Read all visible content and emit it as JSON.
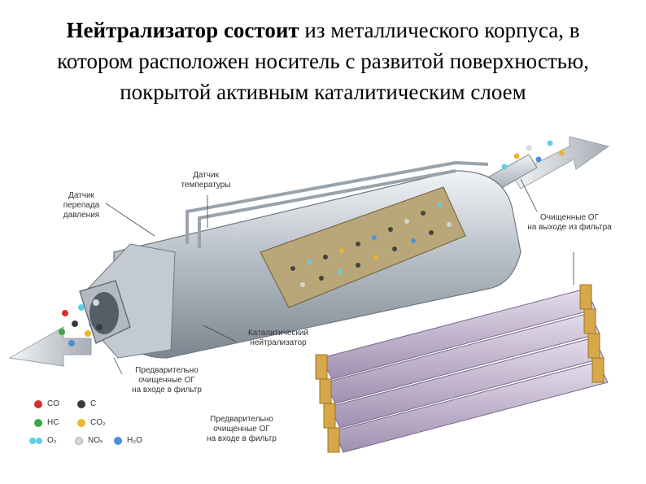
{
  "heading": {
    "bold": "Нейтрализатор состоит",
    "rest_line1": " из металлического корпуса, в",
    "line2": "котором расположен носитель с развитой поверхностью,",
    "line3": "покрытой активным каталитическим слоем"
  },
  "callouts": {
    "temp_sensor": "Датчик\nтемпературы",
    "pressure_sensor": "Датчик\nперепада\nдавления",
    "cleaned_gas": "Очищенные ОГ\nна выходе из фильтра",
    "catalytic": "Каталитический\nнейтрализатор",
    "pre_cleaned_1": "Предварительно\nочищенные ОГ\nна входе в фильтр",
    "pre_cleaned_2": "Предварительно\nочищенные ОГ\nна входе в фильтр"
  },
  "legend": [
    {
      "label": "CO",
      "color": "#d62f2f"
    },
    {
      "label": "C",
      "color": "#3a3a3a"
    },
    {
      "label": "HC",
      "color": "#3aa845"
    },
    {
      "label": "CO₂",
      "color": "#e8b830"
    },
    {
      "label": "O₂",
      "color": "#5ed0e6",
      "pair": true
    },
    {
      "label": "NOₓ",
      "color": "#d8d8d8"
    },
    {
      "label": "H₂O",
      "color": "#4a8fd8"
    }
  ]
}
